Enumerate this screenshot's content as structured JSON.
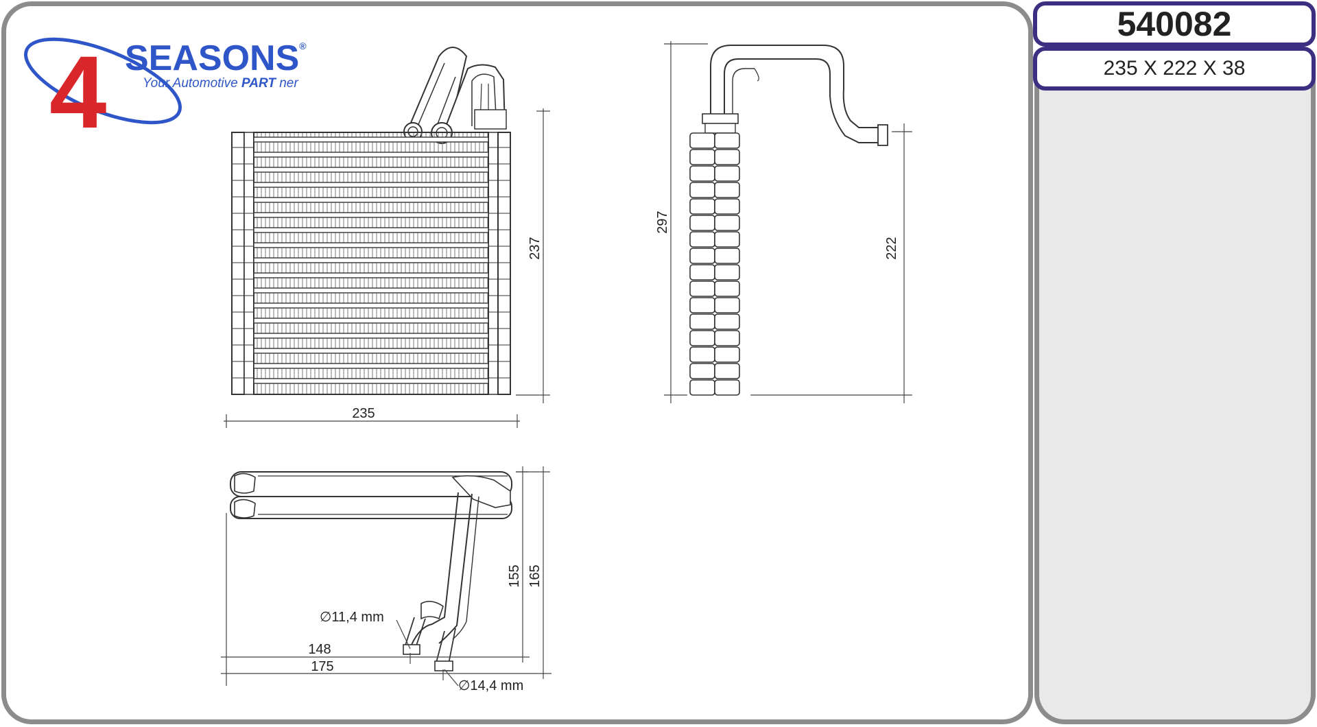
{
  "brand": {
    "numeral": "4",
    "name": "SEASONS",
    "registered": "®",
    "tagline_pre": "Your Automotive ",
    "tagline_bold": "PART",
    "tagline_post": " ner",
    "colors": {
      "blue": "#2f56c8",
      "red": "#d9262b"
    }
  },
  "part": {
    "code": "540082",
    "dimensions": "235 X 222 X 38"
  },
  "drawing": {
    "front_view": {
      "width_label": "235",
      "height_label": "237"
    },
    "side_view": {
      "total_height_label": "297",
      "core_height_label": "222"
    },
    "top_view": {
      "depth_inner_label": "155",
      "depth_outer_label": "165",
      "offset_inner_label": "148",
      "offset_outer_label": "175",
      "pipe_small_label": "∅11,4 mm",
      "pipe_large_label": "∅14,4 mm"
    }
  },
  "colors": {
    "frame": "#8c8c8c",
    "pill_border": "#3c2f82",
    "side_panel": "#e9e9e9"
  }
}
